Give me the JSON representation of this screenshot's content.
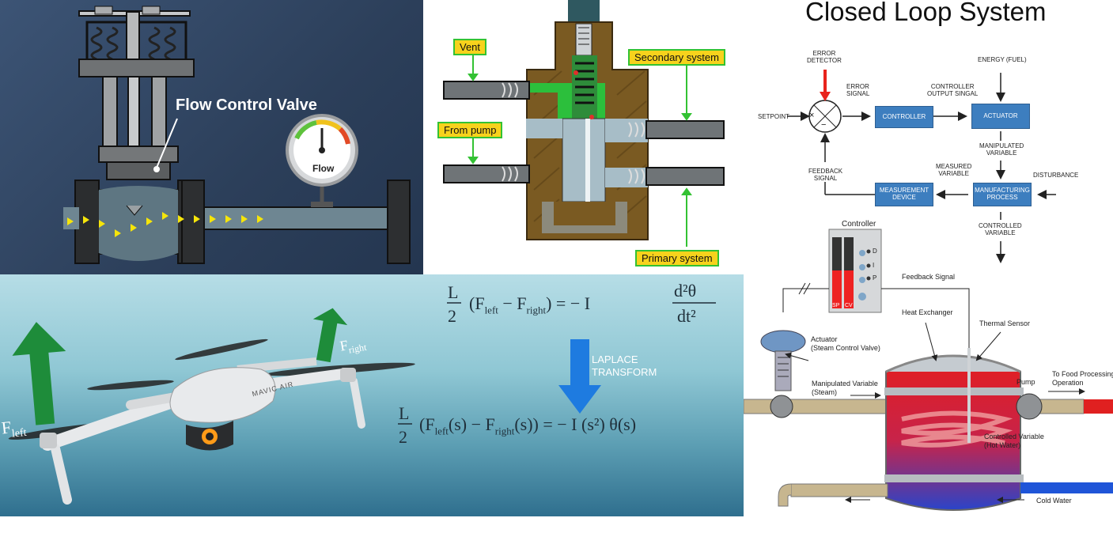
{
  "valve_panel": {
    "title": "Flow Control Valve",
    "gauge_label": "Flow"
  },
  "relief_panel": {
    "vent": "Vent",
    "from_pump": "From pump",
    "secondary": "Secondary system",
    "primary": "Primary system"
  },
  "closed_loop": {
    "title": "Closed Loop System",
    "error_detector": [
      "ERROR",
      "DETECTOR"
    ],
    "energy": "ENERGY (FUEL)",
    "setpoint": "SETPOINT",
    "error_signal": [
      "ERROR",
      "SIGNAL"
    ],
    "controller_output": [
      "CONTROLLER",
      "OUTPUT SINGAL"
    ],
    "controller_box": "CONTROLLER",
    "actuator_box": "ACTUATOR",
    "manipulated": [
      "MANIPULATED",
      "VARIABLE"
    ],
    "feedback": [
      "FEEDBACK",
      "SIGNAL"
    ],
    "measured": [
      "MEASURED",
      "VARIABLE"
    ],
    "disturbance": "DISTURBANCE",
    "measurement_box": [
      "MEASUREMENT",
      "DEVICE"
    ],
    "manufacturing_box": [
      "MANUFACTURING",
      "PROCESS"
    ],
    "controlled": [
      "CONTROLLED",
      "VARIABLE"
    ],
    "times": "×",
    "minus": "−"
  },
  "heat_exchanger": {
    "controller": "Controller",
    "feedback_signal": "Feedback Signal",
    "heat_exchanger": "Heat Exchanger",
    "thermal_sensor": "Thermal Sensor",
    "actuator": [
      "Actuator",
      "(Steam Control Valve)"
    ],
    "manipulated": [
      "Manipulated Variable",
      "(Steam)"
    ],
    "pump": "Pump",
    "to_food": [
      "To Food Processing",
      "Operation"
    ],
    "controlled": [
      "Controlled Variable",
      "(Hot Water)"
    ],
    "cold_water": "Cold Water",
    "sp": "SP",
    "cv": "CV",
    "indicators": [
      "D",
      "I",
      "P"
    ]
  },
  "drone_panel": {
    "brand": "MAVIC AIR",
    "f_left": "F",
    "f_left_sub": "left",
    "f_right": "F",
    "f_right_sub": "right",
    "laplace": [
      "LAPLACE",
      "TRANSFORM"
    ],
    "eq1_frac_num": "L",
    "eq1_frac_den": "2",
    "eq1_body": "(F",
    "eq1_left_sub": "left",
    "eq1_mid": " − F",
    "eq1_right_sub": "right",
    "eq1_end": ") =  − I",
    "eq1_d_num": "d²θ",
    "eq1_d_den": "dt²",
    "eq2_frac_num": "L",
    "eq2_frac_den": "2",
    "eq2_body": "(F",
    "eq2_left_sub": "left",
    "eq2_mid": "(s) − F",
    "eq2_right_sub": "right",
    "eq2_end": "(s)) =  − I (s²) θ(s)"
  },
  "colors": {
    "valve_bg": "#2f4463",
    "callout_yellow": "#f7d21c",
    "callout_border": "#33c233",
    "block_blue": "#3d7ebf",
    "arrow_blue": "#1e7be0",
    "force_green": "#1e8c3a",
    "hot_red": "#e02020",
    "cold_blue": "#1f55d8"
  }
}
